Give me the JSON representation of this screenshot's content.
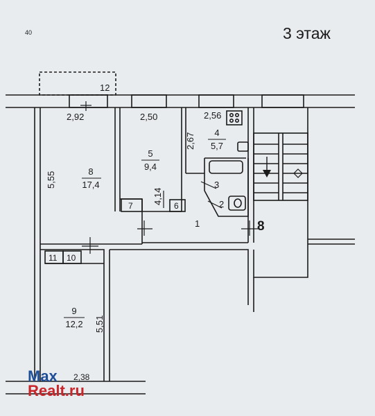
{
  "floor_label": "3 этаж",
  "corner_mark": "40",
  "rooms": [
    {
      "id": "room-8",
      "number": "8",
      "area": "17,4"
    },
    {
      "id": "room-5",
      "number": "5",
      "area": "9,4"
    },
    {
      "id": "room-4",
      "number": "4",
      "area": "5,7"
    },
    {
      "id": "room-9",
      "number": "9",
      "area": "12,2"
    }
  ],
  "labels": {
    "balcony": "12",
    "hall": "1",
    "bath": "2",
    "toilet": "3",
    "closet_7": "7",
    "closet_6": "6",
    "closet_11": "11",
    "closet_10": "10",
    "stair": "8"
  },
  "dimensions": {
    "d292": "2,92",
    "d250": "2,50",
    "d256": "2,56",
    "d267": "2,67",
    "d555": "5,55",
    "d414": "4,14",
    "d551": "5,51",
    "d238": "2,38"
  },
  "watermark": {
    "line1": "Max",
    "line2": "Realt.ru"
  },
  "colors": {
    "line": "#1a1a1a",
    "watermark_blue": "#1f4e99",
    "watermark_red": "#c8262b"
  }
}
